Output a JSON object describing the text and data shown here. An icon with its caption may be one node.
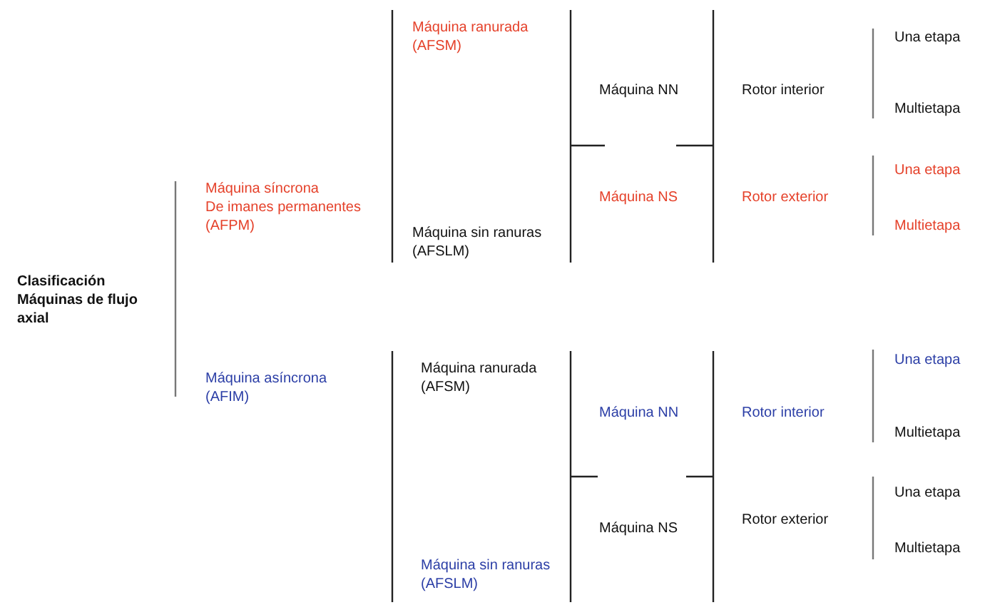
{
  "diagram": {
    "labels": [
      "Clasificación Máquinas de flujo axial",
      "Máquina síncrona De imanes permanentes (AFPM)",
      "Máquina asíncrona (AFIM)",
      "Máquina ranurada (AFSM)",
      "Máquina sin ranuras (AFSLM)",
      "Máquina ranurada (AFSM)",
      "Máquina sin ranuras (AFSLM)",
      "Máquina NN",
      "Máquina NS",
      "Máquina NN",
      "Máquina NS",
      "Rotor interior",
      "Rotor exterior",
      "Rotor interior",
      "Rotor exterior",
      "Una etapa",
      "Multietapa",
      "Una etapa",
      "Multietapa",
      "Una etapa",
      "Multietapa",
      "Una etapa",
      "Multietapa"
    ]
  }
}
